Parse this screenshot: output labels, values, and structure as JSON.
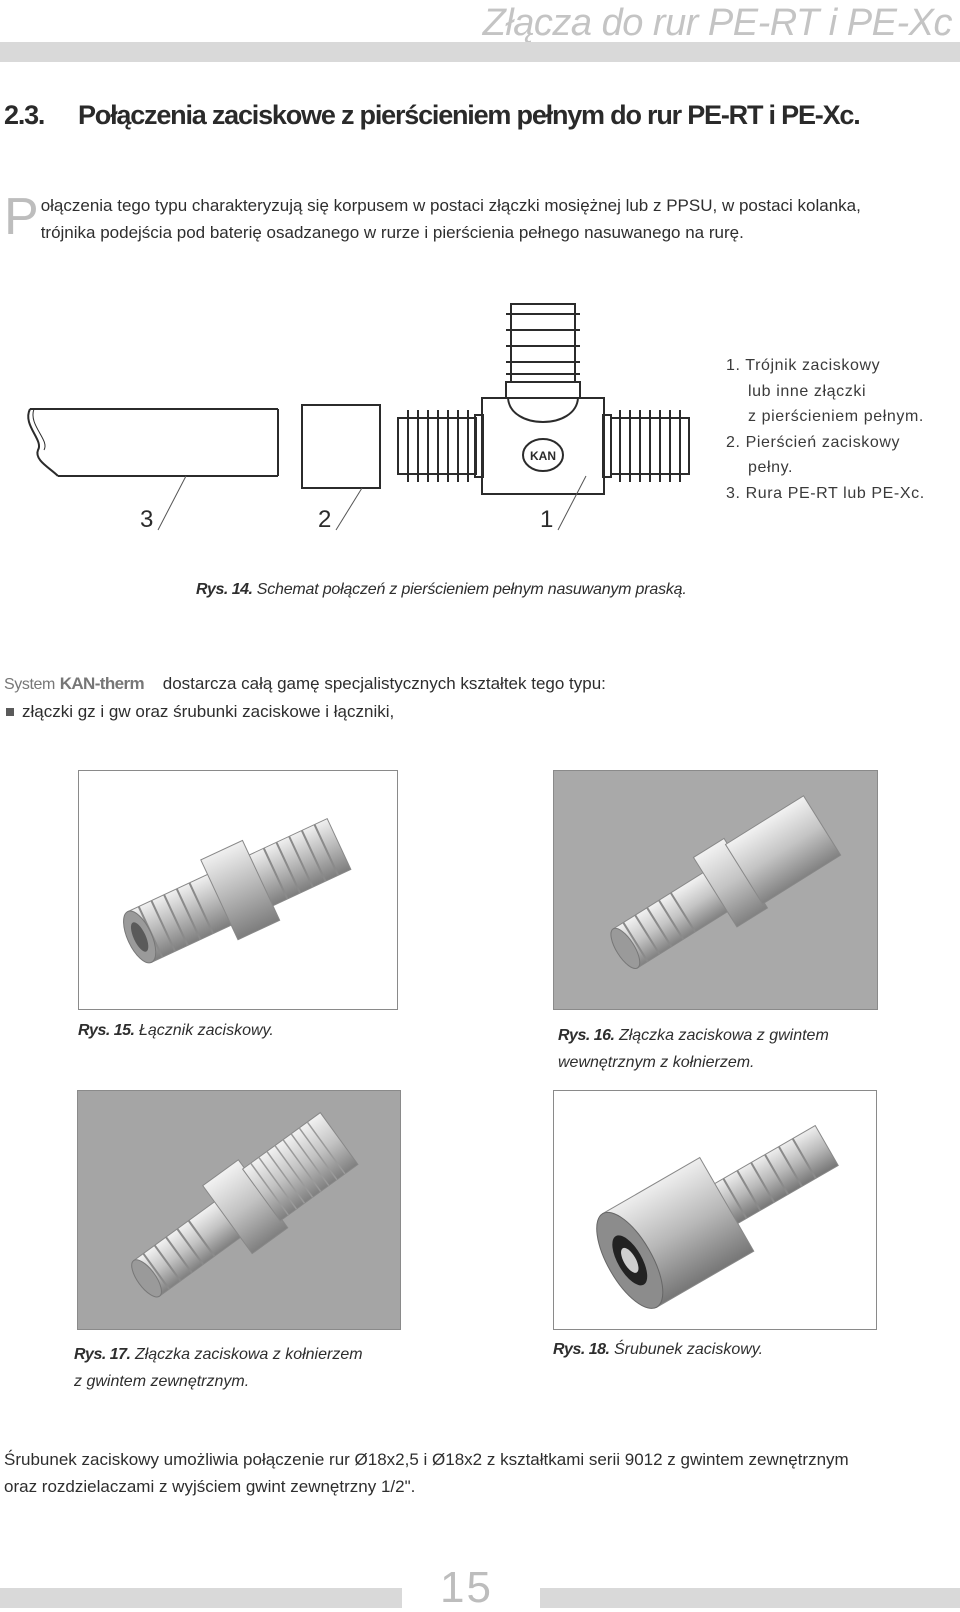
{
  "header": {
    "running_title": "Złącza do rur PE-RT i PE-Xc"
  },
  "section": {
    "number": "2.3.",
    "title": "Połączenia zaciskowe z pierścieniem pełnym do rur PE-RT i PE-Xc."
  },
  "intro": {
    "dropcap": "P",
    "line1": "ołączenia tego typu charakteryzują się korpusem w postaci złączki mosiężnej lub z PPSU, w postaci kolanka,",
    "line2": "trójnika podejścia pod baterię osadzanego w rurze i pierścienia pełnego nasuwanego na rurę."
  },
  "diagram": {
    "labels": [
      "3",
      "2",
      "1"
    ],
    "logo_text": "KAN"
  },
  "legend": [
    "1. Trójnik zaciskowy",
    "lub inne złączki",
    "z pierścieniem pełnym.",
    "2. Pierścień zaciskowy",
    "pełny.",
    "3. Rura PE-RT lub PE-Xc."
  ],
  "fig14": {
    "label": "Rys. 14.",
    "text": "Schemat połączeń z pierścieniem pełnym nasuwanym praską."
  },
  "system": {
    "brand_system": "System",
    "brand_name": "KAN-therm",
    "text": "dostarcza całą gamę specjalistycznych kształtek tego typu:",
    "bullet": "złączki gz i gw oraz śrubunki zaciskowe i łączniki,"
  },
  "fig15": {
    "label": "Rys. 15.",
    "text": "Łącznik zaciskowy."
  },
  "fig16": {
    "label": "Rys. 16.",
    "text": "Złączka zaciskowa z gwintem",
    "text2": "wewnętrznym z kołnierzem."
  },
  "fig17": {
    "label": "Rys. 17.",
    "text": "Złączka zaciskowa z kołnierzem",
    "text2": "z gwintem zewnętrznym."
  },
  "fig18": {
    "label": "Rys. 18.",
    "text": "Śrubunek zaciskowy."
  },
  "closing": {
    "line1": "Śrubunek zaciskowy umożliwia połączenie rur Ø18x2,5 i Ø18x2 z kształtkami serii 9012 z gwintem zewnętrznym",
    "line2": "oraz rozdzielaczami z wyjściem gwint zewnętrzny 1/2\"."
  },
  "footer": {
    "page_number": "15"
  }
}
